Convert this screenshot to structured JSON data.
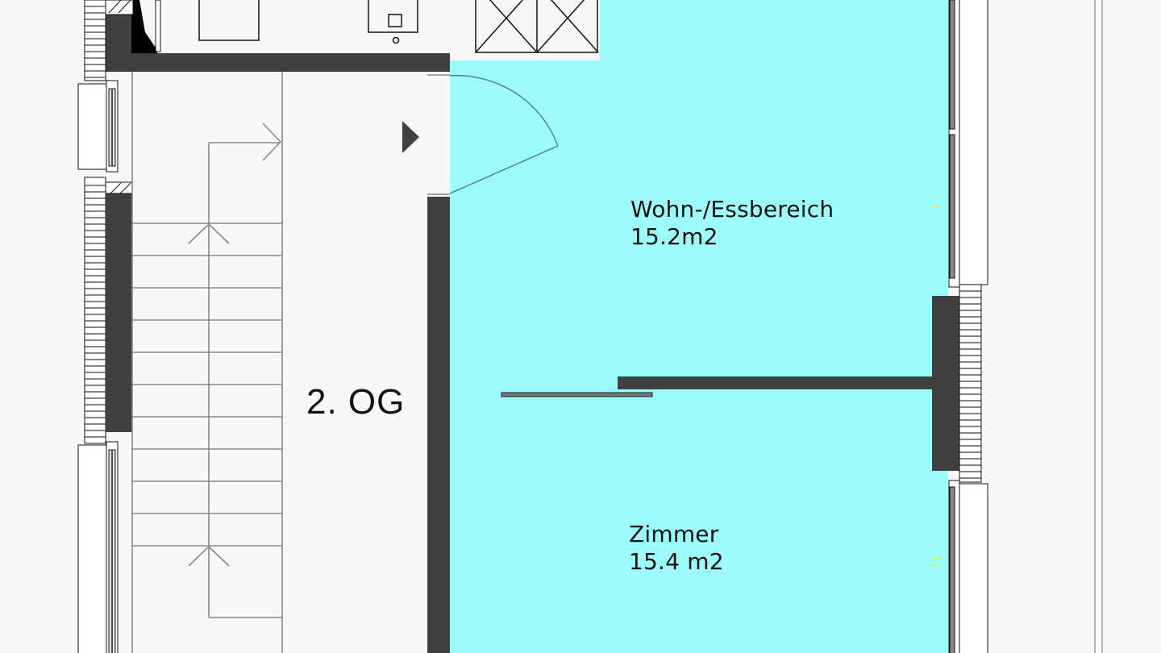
{
  "plan": {
    "floor_label": "2. OG",
    "colors": {
      "background": "#f8f8f8",
      "room_fill": "#9cfcfc",
      "wall": "#404040",
      "stair_lines": "#888888",
      "outline": "#111111",
      "marker": "#e8e84a"
    },
    "rooms": [
      {
        "name": "Wohn-/Essbereich",
        "area": "15.2m2"
      },
      {
        "name": "Zimmer",
        "area": "15.4 m2"
      }
    ],
    "icons": {
      "entrance_marker": "triangle-right",
      "stair_direction": "arrow-up",
      "stair_turn": "arrow-right"
    }
  }
}
